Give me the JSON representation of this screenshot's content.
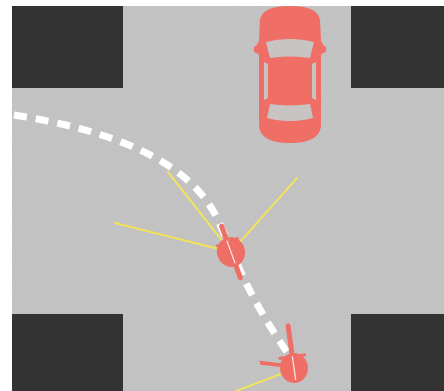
{
  "scene": {
    "colors": {
      "background": "#ffffff",
      "road": "#c3c3c3",
      "block": "#333333",
      "vehicle": "#ef6e66",
      "window": "#c8c4c3",
      "path": "#ffffff",
      "sightline": "#f2e35a"
    },
    "elements": {
      "blocks": [
        "building-block-top-left",
        "building-block-top-right",
        "building-block-bottom-left",
        "building-block-bottom-right"
      ],
      "vehicles": [
        "car",
        "cyclist-front",
        "cyclist-rear"
      ],
      "path": "dashed-cyclist-path",
      "sightlines": [
        "sightline-left",
        "sightline-up",
        "sightline-right",
        "sightline-rear"
      ]
    }
  }
}
